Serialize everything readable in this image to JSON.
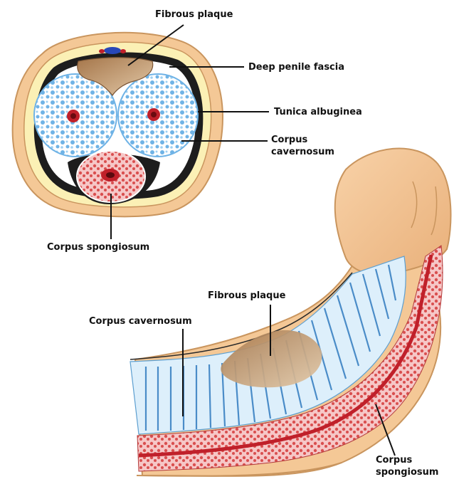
{
  "cross_section": {
    "fibrous_plaque": "Fibrous plaque",
    "deep_penile_fascia": "Deep penile fascia",
    "tunica_albuginea": "Tunica albuginea",
    "corpus_cavernosum_line1": "Corpus",
    "corpus_cavernosum_line2": "cavernosum",
    "corpus_spongiosum": "Corpus spongiosum"
  },
  "side_view": {
    "fibrous_plaque": "Fibrous plaque",
    "corpus_cavernosum": "Corpus cavernosum",
    "corpus_spongiosum_line1": "Corpus",
    "corpus_spongiosum_line2": "spongiosum"
  },
  "colors": {
    "skin": "#F4C896",
    "skin_outline": "#C9955E",
    "fascia": "#FBF0B5",
    "cavernosum_blue": "#8EC6EE",
    "cavernosum_light": "#DDEFFB",
    "spongiosum_red": "#D94F4F",
    "plaque_brown": "#B8875A",
    "artery_red": "#C0202A"
  }
}
